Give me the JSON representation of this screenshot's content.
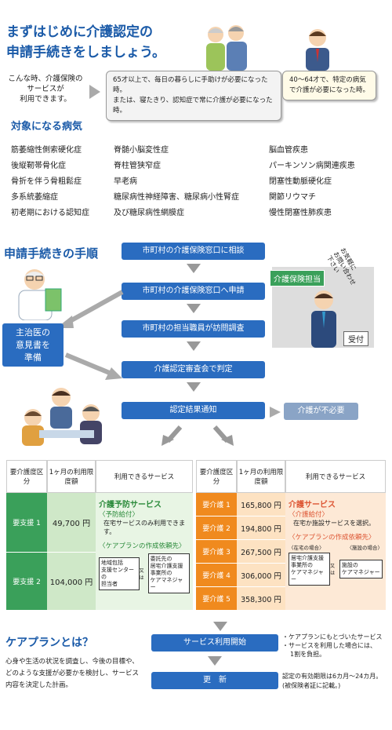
{
  "title": {
    "line1": "まずはじめに介護認定の",
    "line2": "申請手続きをしましょう。"
  },
  "condition": {
    "line1": "こんな時、介護保険の",
    "line2": "サービスが",
    "line3": "利用できます。"
  },
  "bubble1": {
    "line1": "65才以上で、毎日の暮らしに手助けが必要になった時。",
    "line2": "または、寝たきり、認知症で常に介護が必要になった時。"
  },
  "bubble2": {
    "line1": "40〜64才で、特定の病気",
    "line2": "で介護が必要になった時。"
  },
  "diseases_heading": "対象になる病気",
  "diseases": {
    "col1": [
      "筋萎縮性側索硬化症",
      "後縦靭帯骨化症",
      "骨折を伴う骨粗鬆症",
      "多系統萎縮症",
      "初老期における認知症"
    ],
    "col2": [
      "脊髄小脳変性症",
      "脊柱管狭窄症",
      "早老病",
      "糖尿病性神経障害、糖尿病小性腎症",
      "及び糖尿病性網膜症"
    ],
    "col3": [
      "脳血管疾患",
      "パーキンソン病関連疾患",
      "閉塞性動脈硬化症",
      "関節リウマチ",
      "慢性閉塞性肺疾患"
    ]
  },
  "procedure_heading": "申請手続きの手順",
  "steps": [
    "市町村の介護保険窓口に相談",
    "市町村の介護保険窓口へ申請",
    "市町村の担当職員が訪問調査",
    "介護認定審査会で判定",
    "認定結果通知"
  ],
  "doctor_box": {
    "line1": "主治医の",
    "line2": "意見書を",
    "line3": "準備"
  },
  "no_care": "介護が不必要",
  "office_sign": "介護保険担当",
  "reception": "受付",
  "speech": {
    "line1": "お気軽に",
    "line2": "お問い合わせ",
    "line3": "下さい"
  },
  "table_left": {
    "headers": [
      "要介護度区分",
      "1ヶ月の利用限度額",
      "利用できるサービス"
    ],
    "rows": [
      {
        "level": "要支援 1",
        "limit": "49,700 円"
      },
      {
        "level": "要支援 2",
        "limit": "104,000 円"
      }
    ],
    "service_title": "介護予防サービス",
    "service_sub": "〈予防給付〉",
    "service_desc": "在宅サービスのみ利用できます。",
    "plan_title": "〈ケアプランの作成依頼先〉",
    "box1": [
      "地域包括",
      "支援センターの",
      "担当者"
    ],
    "or": "又は",
    "box2": [
      "委託先の",
      "居宅介護支援",
      "事業所の",
      "ケアマネジャー"
    ]
  },
  "table_right": {
    "headers": [
      "要介護度区分",
      "1ヶ月の利用限度額",
      "利用できるサービス"
    ],
    "rows": [
      {
        "level": "要介護 1",
        "limit": "165,800 円"
      },
      {
        "level": "要介護 2",
        "limit": "194,800 円"
      },
      {
        "level": "要介護 3",
        "limit": "267,500 円"
      },
      {
        "level": "要介護 4",
        "limit": "306,000 円"
      },
      {
        "level": "要介護 5",
        "limit": "358,300 円"
      }
    ],
    "service_title": "介護サービス",
    "service_sub": "〈介護給付〉",
    "service_desc": "在宅か施設サービスを選択。",
    "plan_title": "〈ケアプランの作成依頼先〉",
    "label_home": "〈在宅の場合〉",
    "label_facility": "〈施設の場合〉",
    "box1": [
      "居宅介護支援",
      "事業所の",
      "ケアマネジャー"
    ],
    "or": "又は",
    "box2": [
      "施設の",
      "ケアマネジャー"
    ]
  },
  "careplan": {
    "heading": "ケアプランとは？",
    "line1": "心身や生活の状況を調査し、今後の目標や、",
    "line2": "どのような支援が必要かを検討し、サービス",
    "line3": "内容を決定した計画。"
  },
  "service_start": "サービス利用開始",
  "service_note": {
    "line1": "・ケアプランにもとづいたサービス",
    "line2": "・サービスを利用した場合には、",
    "line3": "1割を負担。"
  },
  "renewal": "更　新",
  "renewal_note": {
    "line1": "認定の有効期限は6カ月〜24カ月。",
    "line2": "(被保険者証に記載。)"
  },
  "colors": {
    "blue": "#2a6cc0",
    "heading": "#1a5aa8",
    "green": "#3aa05a",
    "orange": "#f08a1e"
  }
}
